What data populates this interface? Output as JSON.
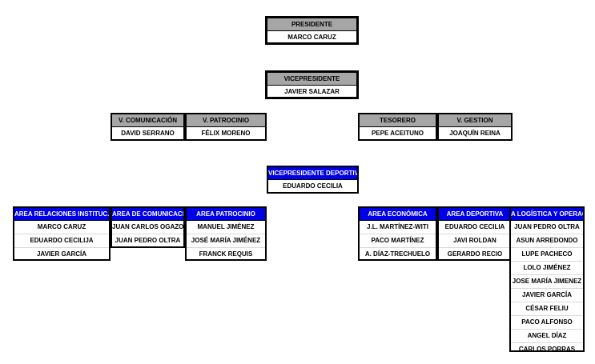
{
  "presidente": {
    "title": "PRESIDENTE",
    "member": "MARCO CARUZ"
  },
  "vicepresidente": {
    "title": "VICEPRESIDENTE",
    "member": "JAVIER SALAZAR"
  },
  "v_comunicacion": {
    "title": "V. COMUNICACIÓN",
    "member": "DAVID SERRANO"
  },
  "v_patrocinio": {
    "title": "V. PATROCINIO",
    "member": "FÉLIX MORENO"
  },
  "tesorero": {
    "title": "TESORERO",
    "member": "PEPE ACEITUNO"
  },
  "v_gestion": {
    "title": "V. GESTION",
    "member": "JOAQUÍN REINA"
  },
  "vp_deportivo": {
    "title": "VICEPRESIDENTE DEPORTIVO",
    "member": "EDUARDO CECILIA"
  },
  "area_relaciones": {
    "title": "AREA RELACIONES INSTITUC.",
    "members": [
      "MARCO CARUZ",
      "EDUARDO CECILIJA",
      "JAVIER GARCÍA"
    ]
  },
  "area_comunicacion": {
    "title": "AREA DE COMUNICACIÓN",
    "members": [
      "JUAN CARLOS OGAZON",
      "JUAN PEDRO OLTRA"
    ]
  },
  "area_patrocinio": {
    "title": "AREA PATROCINIO",
    "members": [
      "MANUEL JIMÉNEZ",
      "JOSÉ MARÍA JIMÉNEZ",
      "FRANCK REQUIS"
    ]
  },
  "area_economica": {
    "title": "AREA ECONÓMICA",
    "members": [
      "J.L. MARTÍNEZ-WITI",
      "PACO MARTÍNEZ",
      "A. DÍAZ-TRECHUELO"
    ]
  },
  "area_deportiva": {
    "title": "AREA DEPORTIVA",
    "members": [
      "EDUARDO CECILIA",
      "JAVI ROLDAN",
      "GERARDO RECIO"
    ]
  },
  "area_logistica": {
    "title": "A LOGÍSTICA Y OPERACIO",
    "members": [
      "JUAN PEDRO OLTRA",
      "ASUN ARREDONDO",
      "LUPE PACHECO",
      "LOLO JIMÉNEZ",
      "JOSE MARÍA JIMENEZ",
      "JAVIER GARCÍA",
      "CÉSAR FELIU",
      "PACO ALFONSO",
      "ANGEL DÍAZ",
      "CARLOS PORRAS"
    ]
  },
  "colors": {
    "header_gray": "#a6a6a6",
    "header_blue": "#0000e6",
    "border": "#000000"
  }
}
